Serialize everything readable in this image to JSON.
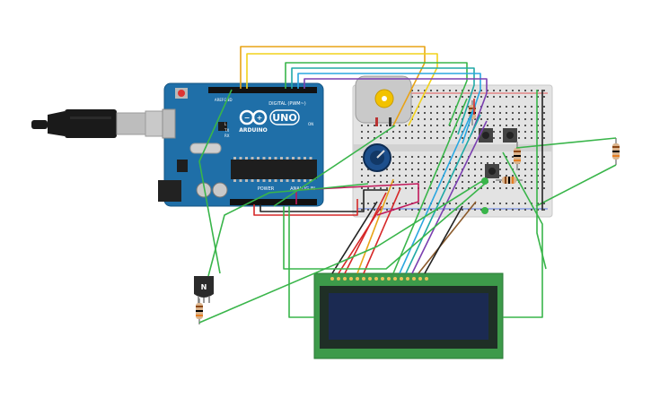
{
  "arduino": {
    "brand_label": "ARDUINO",
    "model_label": "UNO",
    "digital_label": "DIGITAL (PWM~)",
    "power_label": "POWER",
    "analog_label": "ANALOG IN",
    "aref_label": "AREF",
    "gnd_label": "GND",
    "tx_label": "TX",
    "rx_label": "RX",
    "l_label": "L",
    "on_label": "ON",
    "board_color": "#1f6fa8"
  },
  "transistor": {
    "label": "N"
  },
  "lcd": {
    "screen_color": "#1b2a52",
    "pcb_color": "#3d9a4a"
  },
  "wire_colors": {
    "orange": "#e8a317",
    "yellow": "#f2d21b",
    "green": "#39b54a",
    "blue": "#2aa7e0",
    "teal": "#20a9a6",
    "purple": "#7a3fb0",
    "red": "#d62828",
    "black": "#222222",
    "brown": "#8b5a2b",
    "magenta": "#c2185b"
  }
}
